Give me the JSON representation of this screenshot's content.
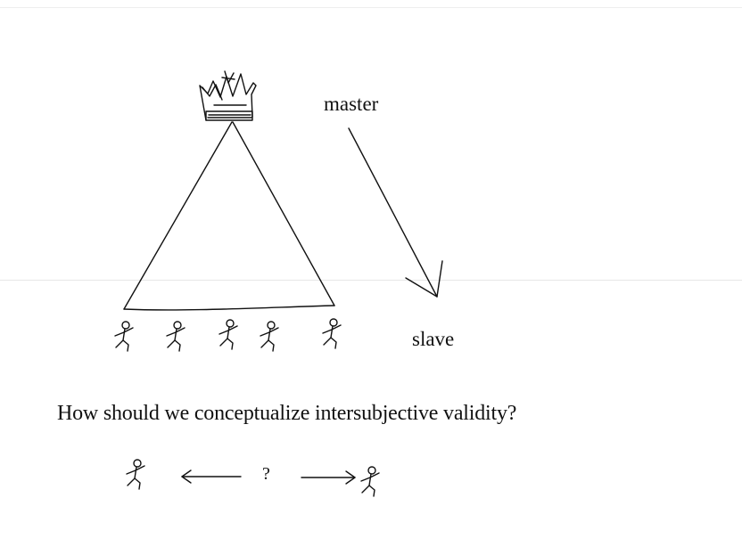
{
  "diagram": {
    "labels": {
      "master": "master",
      "slave": "slave",
      "question": "How should we conceptualize intersubjective validity?",
      "unknown_relation": "?"
    },
    "nodes": [
      {
        "id": "master",
        "symbol": "crown-icon",
        "label_key": "master"
      },
      {
        "id": "slaves",
        "symbol": "stick-figure-icon",
        "count": 5,
        "label_key": "slave"
      },
      {
        "id": "subject-a",
        "symbol": "stick-figure-icon"
      },
      {
        "id": "subject-b",
        "symbol": "stick-figure-icon"
      }
    ],
    "edges": [
      {
        "from": "master",
        "to": "slaves",
        "style": "triangle"
      },
      {
        "from": "master",
        "to": "slaves",
        "style": "arrow"
      },
      {
        "from": "subject-a",
        "to": "subject-b",
        "style": "double-arrow-with-question"
      }
    ],
    "colors": {
      "ink": "#111111",
      "background": "#ffffff"
    }
  }
}
